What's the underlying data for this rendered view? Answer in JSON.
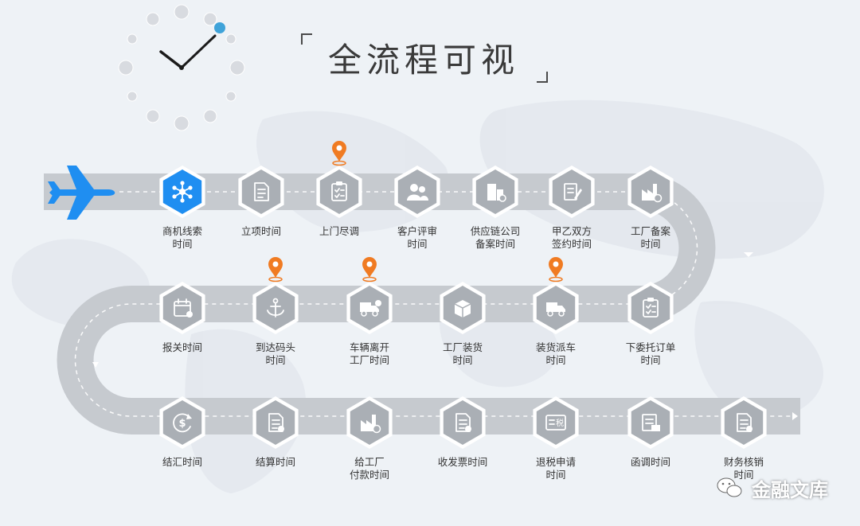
{
  "title": "全流程可视",
  "watermark": "金融文库",
  "colors": {
    "road": "#c6cacf",
    "hex_gray": "#aaafb5",
    "hex_active": "#1f8ef1",
    "pin": "#f07b22",
    "plane": "#1f8ef1"
  },
  "rows": [
    [
      {
        "label": [
          "商机线索",
          "时间"
        ],
        "icon": "network-icon",
        "active": true,
        "pin": false
      },
      {
        "label": [
          "立项时间"
        ],
        "icon": "document-icon",
        "active": false,
        "pin": false
      },
      {
        "label": [
          "上门尽调"
        ],
        "icon": "checklist-icon",
        "active": false,
        "pin": true
      },
      {
        "label": [
          "客户评审",
          "时间"
        ],
        "icon": "users-icon",
        "active": false,
        "pin": false
      },
      {
        "label": [
          "供应链公司",
          "备案时间"
        ],
        "icon": "building-icon",
        "active": false,
        "pin": false
      },
      {
        "label": [
          "甲乙双方",
          "签约时间"
        ],
        "icon": "sign-icon",
        "active": false,
        "pin": false
      },
      {
        "label": [
          "工厂备案",
          "时间"
        ],
        "icon": "factory-icon",
        "active": false,
        "pin": false
      }
    ],
    [
      {
        "label": [
          "报关时间"
        ],
        "icon": "calendar-icon",
        "active": false,
        "pin": false
      },
      {
        "label": [
          "到达码头",
          "时间"
        ],
        "icon": "anchor-icon",
        "active": false,
        "pin": true
      },
      {
        "label": [
          "车辆离开",
          "工厂时间"
        ],
        "icon": "truck-check-icon",
        "active": false,
        "pin": true
      },
      {
        "label": [
          "工厂装货",
          "时间"
        ],
        "icon": "box-icon",
        "active": false,
        "pin": false
      },
      {
        "label": [
          "装货派车",
          "时间"
        ],
        "icon": "truck-icon",
        "active": false,
        "pin": true
      },
      {
        "label": [
          "下委托订单",
          "时间"
        ],
        "icon": "clipboard-icon",
        "active": false,
        "pin": false
      }
    ],
    [
      {
        "label": [
          "结汇时间"
        ],
        "icon": "dollar-cycle-icon",
        "active": false,
        "pin": false
      },
      {
        "label": [
          "结算时间"
        ],
        "icon": "invoice-icon",
        "active": false,
        "pin": false
      },
      {
        "label": [
          "给工厂",
          "付款时间"
        ],
        "icon": "factory-pay-icon",
        "active": false,
        "pin": false
      },
      {
        "label": [
          "收发票时间"
        ],
        "icon": "receipt-icon",
        "active": false,
        "pin": false
      },
      {
        "label": [
          "退税申请",
          "时间"
        ],
        "icon": "tax-icon",
        "active": false,
        "pin": false
      },
      {
        "label": [
          "函调时间"
        ],
        "icon": "letter-icon",
        "active": false,
        "pin": false
      },
      {
        "label": [
          "财务核销",
          "时间"
        ],
        "icon": "yen-doc-icon",
        "active": false,
        "pin": false
      }
    ]
  ],
  "tax_glyph": "税"
}
